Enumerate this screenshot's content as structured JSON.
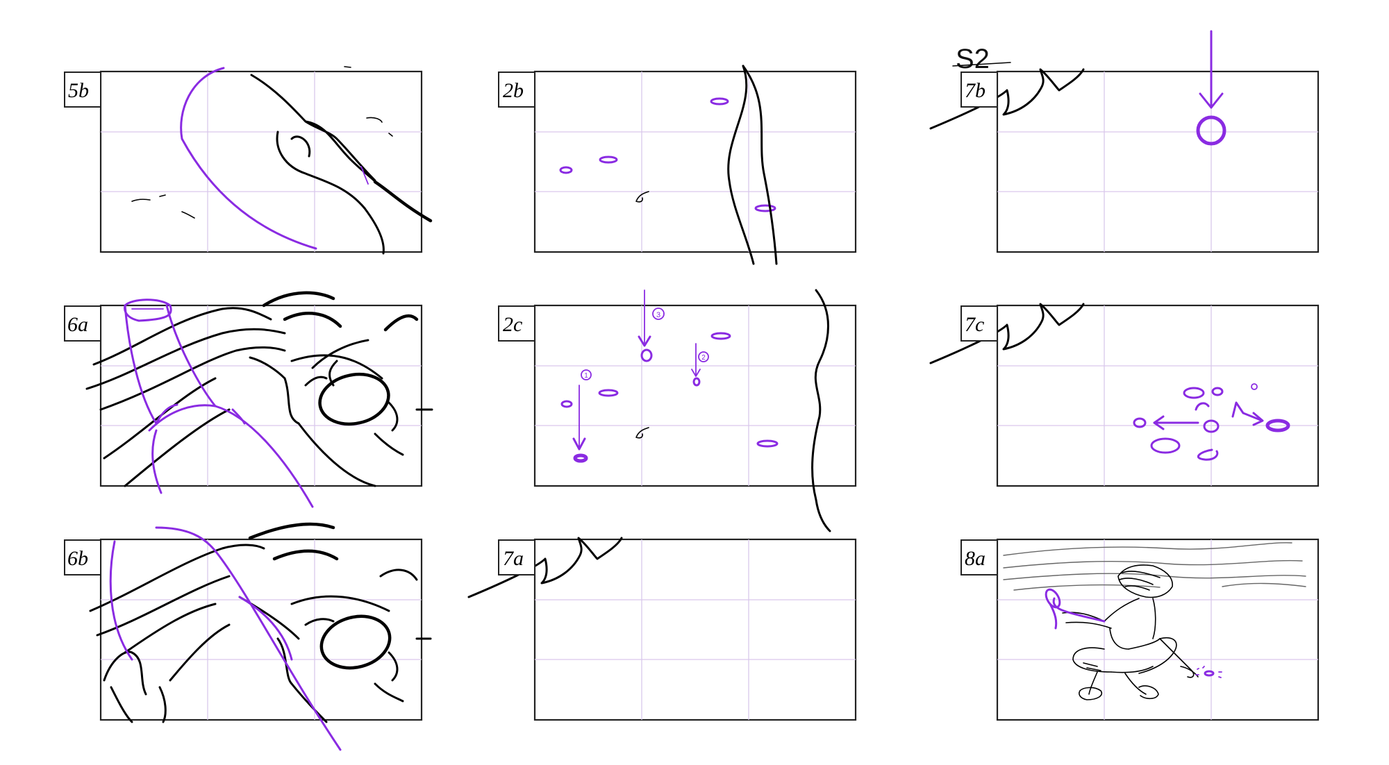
{
  "board": {
    "scene_label": "S2",
    "panels": [
      {
        "id": "5b",
        "label": "5b"
      },
      {
        "id": "2b",
        "label": "2b"
      },
      {
        "id": "7b",
        "label": "7b"
      },
      {
        "id": "6a",
        "label": "6a"
      },
      {
        "id": "2c",
        "label": "2c"
      },
      {
        "id": "7c",
        "label": "7c"
      },
      {
        "id": "6b",
        "label": "6b"
      },
      {
        "id": "7a",
        "label": "7a"
      },
      {
        "id": "8a",
        "label": "8a"
      }
    ],
    "markers": {
      "m1": "1",
      "m2": "2",
      "m3": "3"
    }
  },
  "colors": {
    "ink": "#000000",
    "accent": "#8a2be2",
    "guide": "#d9c8ec"
  }
}
